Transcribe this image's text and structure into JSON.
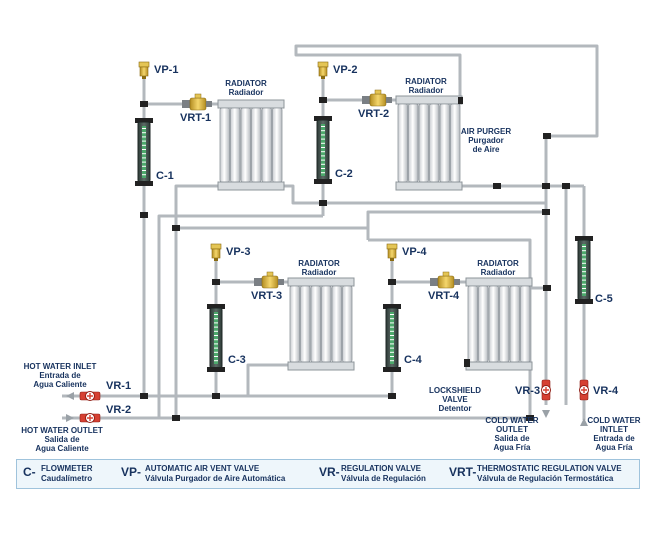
{
  "valves_vp": [
    "VP-1",
    "VP-2",
    "VP-3",
    "VP-4"
  ],
  "valves_vrt": [
    "VRT-1",
    "VRT-2",
    "VRT-3",
    "VRT-4"
  ],
  "flowmeters": [
    "C-1",
    "C-2",
    "C-3",
    "C-4",
    "C-5"
  ],
  "regulation": [
    "VR-1",
    "VR-2",
    "VR-3",
    "VR-4"
  ],
  "radiator": {
    "title": "RADIATOR",
    "subtitle": "Radiador"
  },
  "air_purger": {
    "title": "AIR PURGER",
    "sub1": "Purgador",
    "sub2": "de Aire"
  },
  "lockshield": {
    "l1": "LOCKSHIELD",
    "l2": "VALVE",
    "l3": "Detentor"
  },
  "hot_inlet": {
    "title": "HOT WATER INLET",
    "sub1": "Entrada de",
    "sub2": "Agua Caliente"
  },
  "hot_outlet": {
    "title": "HOT WATER OUTLET",
    "sub1": "Salida de",
    "sub2": "Agua Caliente"
  },
  "cold_outlet": {
    "l1": "COLD WATER",
    "l2": "OUTLET",
    "sub1": "Salida de",
    "sub2": "Agua Fría"
  },
  "cold_inlet": {
    "l1": "COLD WATER",
    "l2": "INTLET",
    "sub1": "Entrada de",
    "sub2": "Agua Fría"
  },
  "legend": [
    {
      "code": "C-",
      "en": "FLOWMETER",
      "es": "Caudalímetro"
    },
    {
      "code": "VP-",
      "en": "AUTOMATIC AIR VENT VALVE",
      "es": "Válvula Purgador de Aire Automática"
    },
    {
      "code": "VR-",
      "en": "REGULATION VALVE",
      "es": "Válvula de Regulación"
    },
    {
      "code": "VRT-",
      "en": "THERMOSTATIC REGULATION VALVE",
      "es": "Válvula de Regulación Termostática"
    }
  ],
  "colors": {
    "pipe": "#b3b8bd",
    "label": "#17325e",
    "brass": "#d8b23c",
    "flow": "#4ca86b",
    "red": "#d64032",
    "legend_bg": "#eef6fb"
  }
}
